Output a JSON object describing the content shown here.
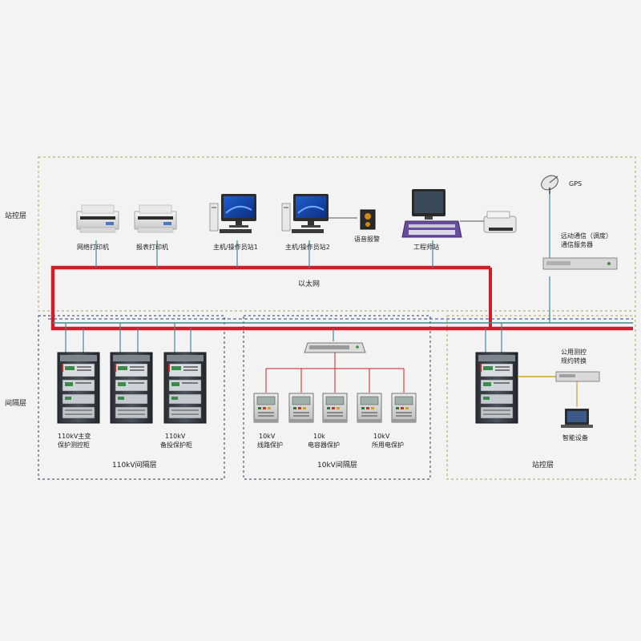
{
  "layers": {
    "station_control": "站控层",
    "bay": "间隔层"
  },
  "network": {
    "ethernet": "以太网"
  },
  "devices": {
    "grid_printer": "网络打印机",
    "report_printer": "报表打印机",
    "host_station1": "主机/操作员站1",
    "host_station2": "主机/操作员站2",
    "speaker": "语音报警",
    "engineer_station": "工程师站",
    "gps": "GPS",
    "telecontrol_line1": "远动通信（调度）",
    "telecontrol_line2": "通信服务器"
  },
  "zones": {
    "bay_110kv": "110kV间隔层",
    "bay_10kv": "10kV间隔层",
    "station_right": "站控层"
  },
  "cabinets": {
    "main_transformer_line1": "110kV主变",
    "main_transformer_line2": "保护测控柜",
    "backup_line1": "110kV",
    "backup_line2": "备投保护柜"
  },
  "relays": {
    "line_protection_line1": "10kV",
    "line_protection_line2": "线路保护",
    "capacitor_protection_line1": "10k",
    "capacitor_protection_line2": "电容器保护",
    "station_protection_line1": "10kV",
    "station_protection_line2": "所用电保护"
  },
  "right_zone": {
    "protocol_converter_line1": "公用测控",
    "protocol_converter_line2": "规约转换",
    "smart_device": "智能设备"
  },
  "colors": {
    "ethernet_red": "#cc1f2b",
    "bus_teal": "#3d8b95",
    "bus_blue": "#2d3f8f",
    "zone_green": "#a8a45a",
    "zone_dark": "#2b3a5a"
  }
}
